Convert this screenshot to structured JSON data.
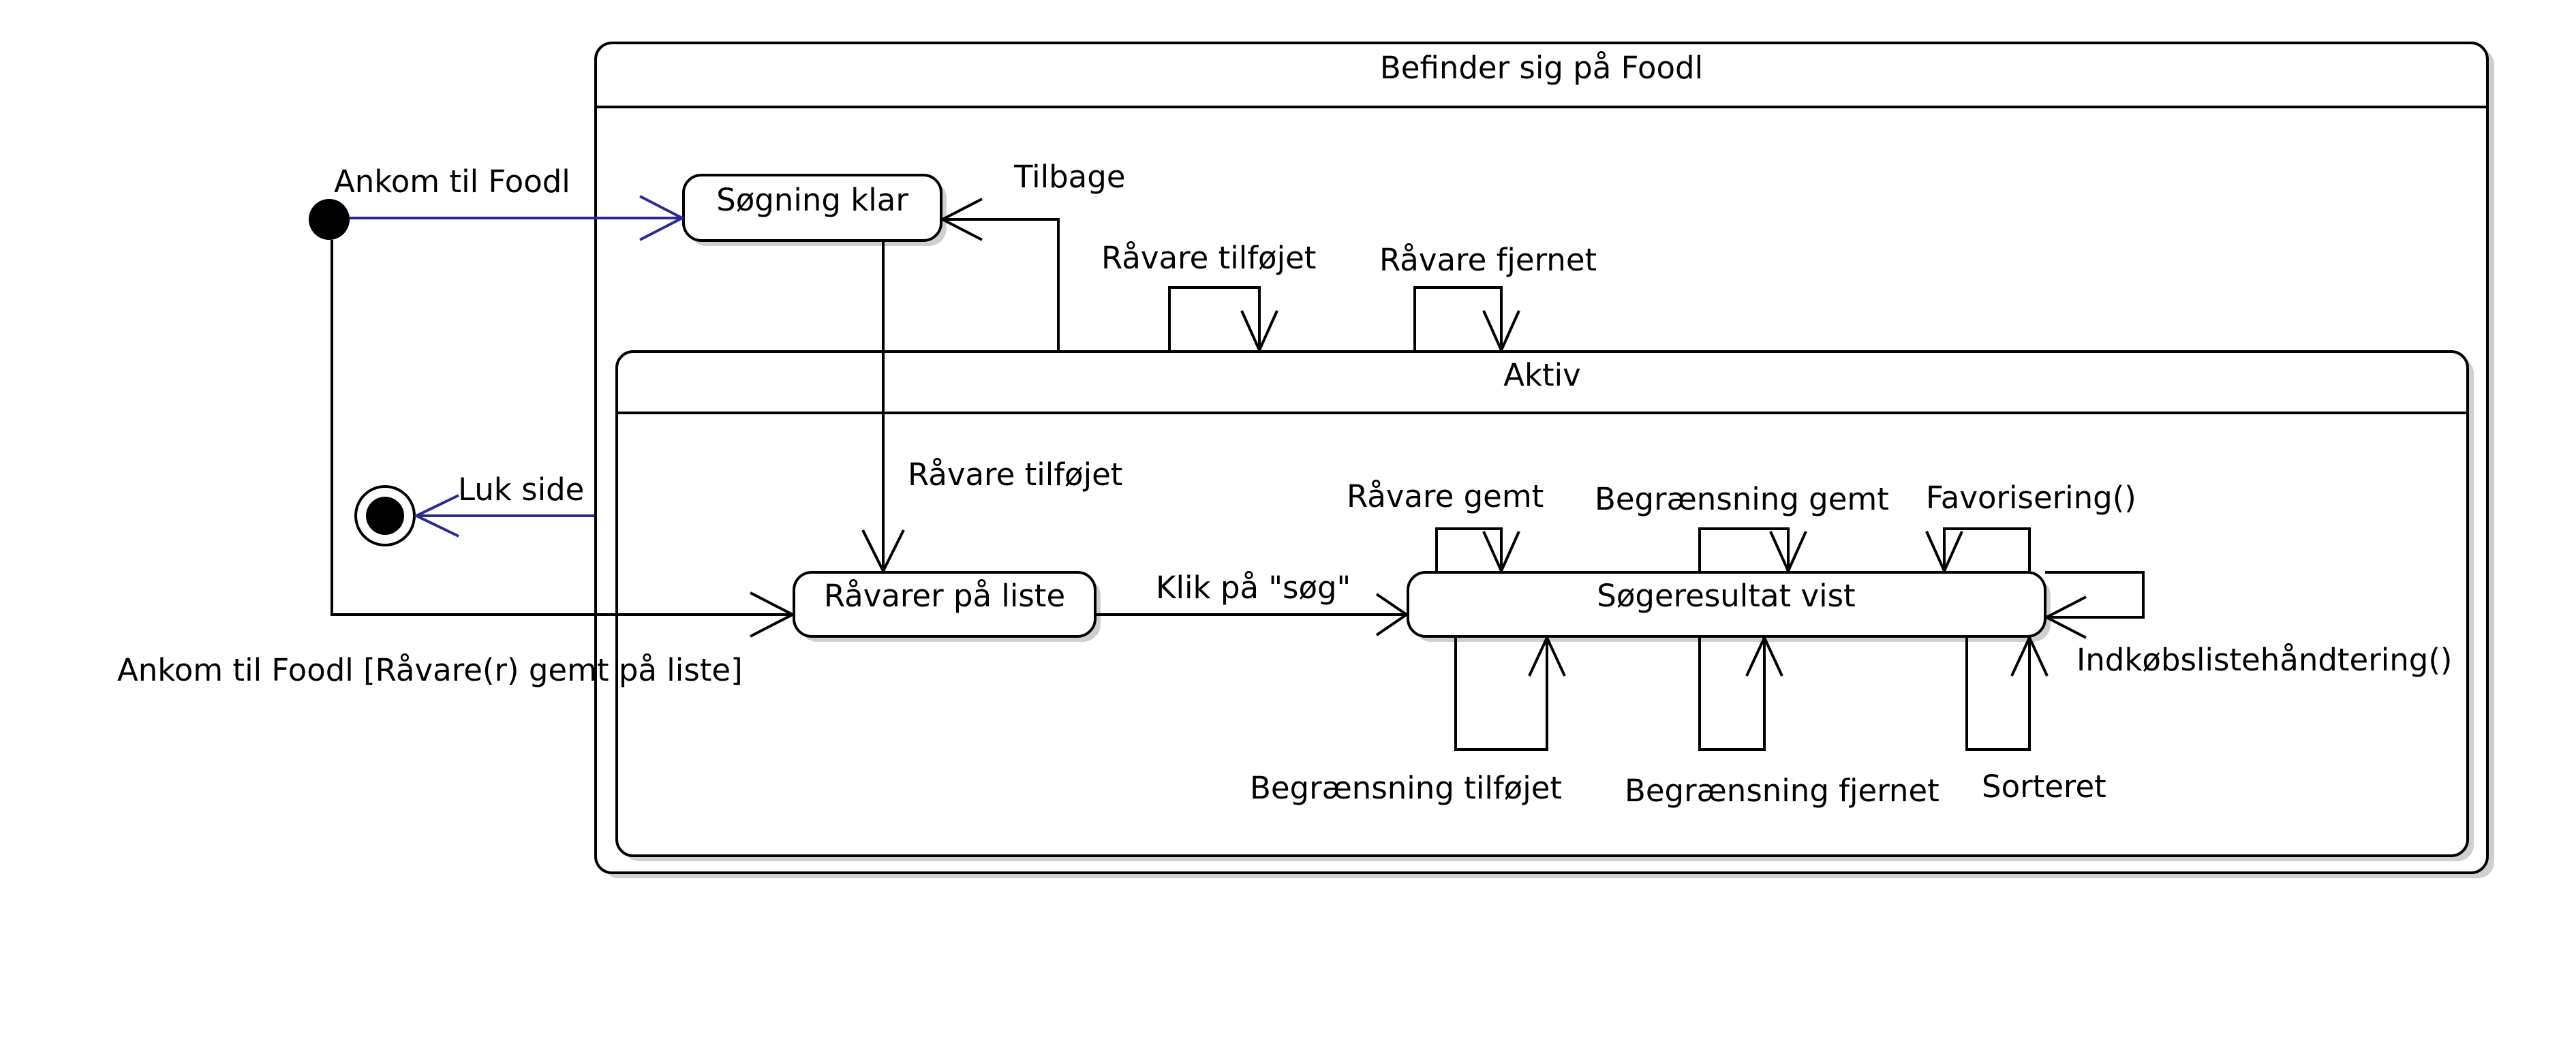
{
  "diagram": {
    "type": "uml-state-machine",
    "colors": {
      "line": "#000000",
      "initial_transition": "#2b2b8c",
      "background": "#ffffff",
      "shadow": "#cfcfcf"
    },
    "composite_outer": {
      "title": "Befinder sig på Foodl"
    },
    "composite_inner": {
      "title": "Aktiv"
    },
    "states": {
      "soegning_klar": "Søgning klar",
      "raavarer_paa_liste": "Råvarer på liste",
      "soegeresultat_vist": "Søgeresultat vist"
    },
    "pseudostates": {
      "initial": "initial-node",
      "final": "final-node"
    },
    "transitions": {
      "ankom": "Ankom til Foodl",
      "ankom_guard": "Ankom til Foodl [Råvare(r) gemt på liste]",
      "luk_side": "Luk side",
      "tilbage": "Tilbage",
      "raavare_tilfoejet_self": "Råvare tilføjet",
      "raavare_fjernet_self": "Råvare fjernet",
      "raavare_tilfoejet": "Råvare tilføjet",
      "klik_soeg": "Klik på \"søg\"",
      "raavare_gemt": "Råvare gemt",
      "begraensning_gemt": "Begrænsning gemt",
      "favorisering": "Favorisering()",
      "indkoeb": "Indkøbslistehåndtering()",
      "begraensning_tilfoejet": "Begrænsning tilføjet",
      "begraensning_fjernet": "Begrænsning fjernet",
      "sorteret": "Sorteret"
    }
  }
}
